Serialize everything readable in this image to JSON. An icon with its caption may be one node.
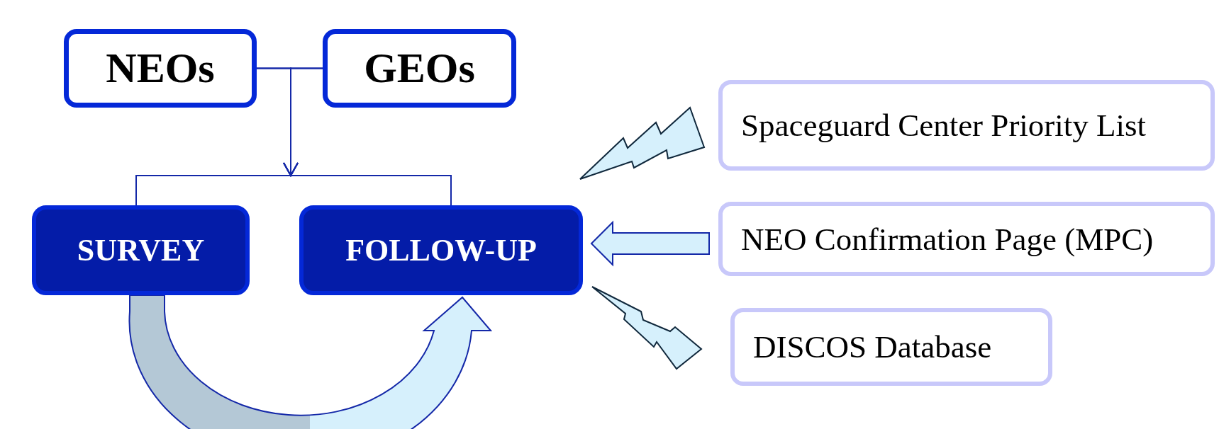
{
  "diagram": {
    "nodes": [
      {
        "text": [
          "NEOs"
        ]
      },
      {
        "text": [
          "GEOs"
        ]
      },
      {
        "text": [
          "SURVEY"
        ]
      },
      {
        "text": [
          "FOLLOW-UP"
        ]
      },
      {
        "text": [
          "Spaceguard Center Priority List"
        ]
      },
      {
        "text": [
          "NEO Confirmation Page (MPC)"
        ]
      },
      {
        "text": [
          "DISCOS Database"
        ]
      }
    ],
    "edges": [
      {
        "from": 0,
        "to": 2,
        "arrow": "to"
      },
      {
        "from": 0,
        "to": 3,
        "arrow": "to"
      },
      {
        "from": 1,
        "to": 2,
        "arrow": "to"
      },
      {
        "from": 1,
        "to": 3,
        "arrow": "to"
      },
      {
        "from": 2,
        "to": 3,
        "arrow": "to"
      },
      {
        "from": 3,
        "to": 4,
        "arrow": "to"
      },
      {
        "from": 5,
        "to": 3,
        "arrow": "to"
      },
      {
        "from": 3,
        "to": 6,
        "arrow": "to"
      }
    ]
  }
}
